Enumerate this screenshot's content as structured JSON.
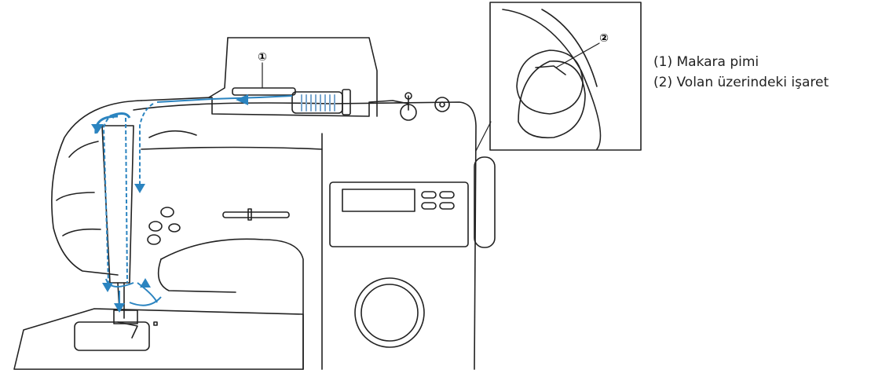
{
  "callouts": {
    "spool_pin_marker": "①",
    "handwheel_mark_marker": "②"
  },
  "legend": [
    "(1) Makara pimi",
    "(2) Volan üzerindeki işaret"
  ],
  "colors": {
    "thread_path": "#2b84c0",
    "spool_thread": "#7aa7cf",
    "line_art": "#222222"
  }
}
